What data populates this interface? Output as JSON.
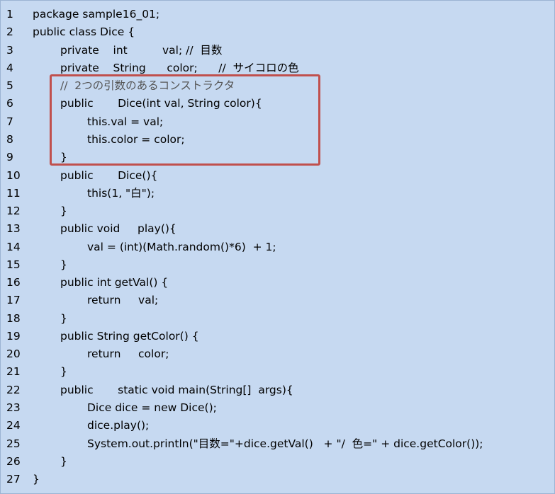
{
  "code": {
    "lines": [
      {
        "num": "1",
        "text": "package sample16_01;"
      },
      {
        "num": "2",
        "text": "public class Dice {"
      },
      {
        "num": "3",
        "text": "private    int          val; //  目数"
      },
      {
        "num": "4",
        "text": "private    String      color;      //  サイコロの色"
      },
      {
        "num": "5",
        "text": "//  2つの引数のあるコンストラクタ"
      },
      {
        "num": "6",
        "text": "public       Dice(int val, String color){"
      },
      {
        "num": "7",
        "text": "this.val = val;"
      },
      {
        "num": "8",
        "text": "this.color = color;"
      },
      {
        "num": "9",
        "text": "}"
      },
      {
        "num": "10",
        "text": "public       Dice(){"
      },
      {
        "num": "11",
        "text": "this(1, \"白\");"
      },
      {
        "num": "12",
        "text": "}"
      },
      {
        "num": "13",
        "text": "public void     play(){"
      },
      {
        "num": "14",
        "text": "val = (int)(Math.random()*6)  + 1;"
      },
      {
        "num": "15",
        "text": "}"
      },
      {
        "num": "16",
        "text": "public int getVal() {"
      },
      {
        "num": "17",
        "text": "return     val;"
      },
      {
        "num": "18",
        "text": "}"
      },
      {
        "num": "19",
        "text": "public String getColor() {"
      },
      {
        "num": "20",
        "text": "return     color;"
      },
      {
        "num": "21",
        "text": "}"
      },
      {
        "num": "22",
        "text": "public       static void main(String[]  args){"
      },
      {
        "num": "23",
        "text": "Dice dice = new Dice();"
      },
      {
        "num": "24",
        "text": "dice.play();"
      },
      {
        "num": "25",
        "text": "System.out.println(\"目数=\"+dice.getVal()   + \"/  色=\" + dice.getColor());"
      },
      {
        "num": "26",
        "text": "}"
      },
      {
        "num": "27",
        "text": "}"
      }
    ]
  },
  "colors": {
    "background": "#c6d9f1",
    "highlight_border": "#c0504d"
  }
}
